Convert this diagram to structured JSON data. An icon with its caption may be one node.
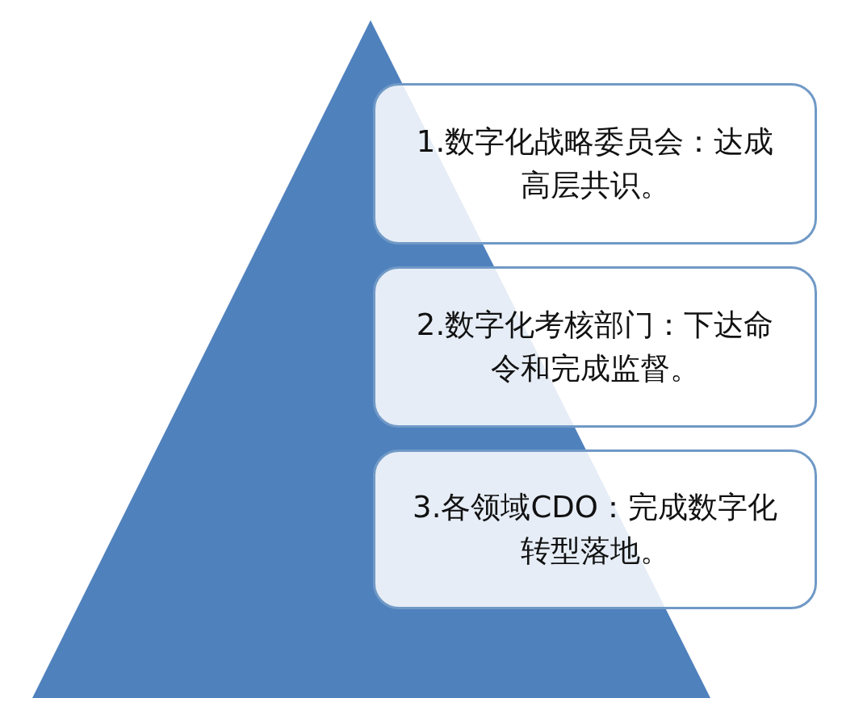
{
  "diagram": {
    "nodes": [
      {
        "text": [
          "1.数字化战略委员会：达成高层共识。"
        ]
      },
      {
        "text": [
          "2.数字化考核部门：下达命令和完成监督。"
        ]
      },
      {
        "text": [
          "3.各领域CDO：完成数字化转型落地。"
        ]
      }
    ]
  }
}
